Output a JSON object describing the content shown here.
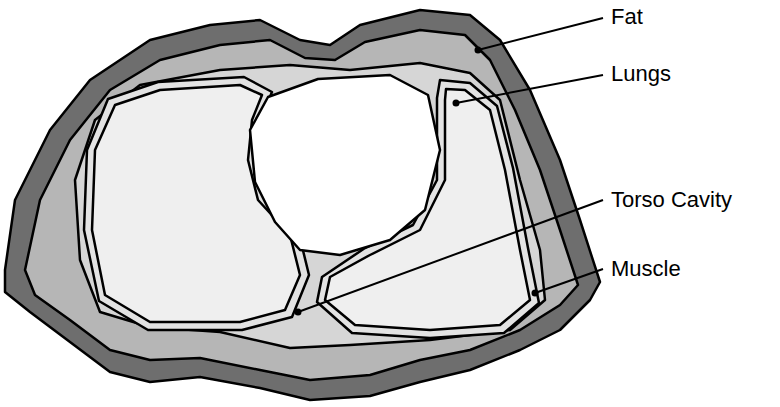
{
  "diagram": {
    "labels": [
      "Fat",
      "Lungs",
      "Torso Cavity",
      "Muscle"
    ]
  }
}
